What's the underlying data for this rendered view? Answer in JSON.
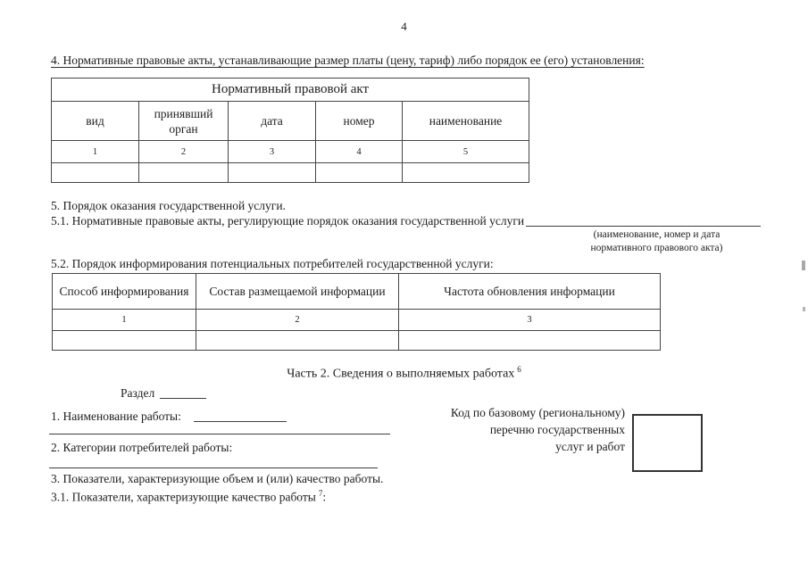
{
  "colors": {
    "ink": "#1d1d1d",
    "table_border": "#454545"
  },
  "page": {
    "number": "4"
  },
  "section4": {
    "title": "4. Нормативные правовые акты, устанавливающие размер платы (цену, тариф) либо порядок ее (его) установления:"
  },
  "npa_table": {
    "header": "Нормативный правовой акт",
    "columns": [
      "вид",
      "принявший орган",
      "дата",
      "номер",
      "наименование"
    ],
    "column_numbers": [
      "1",
      "2",
      "3",
      "4",
      "5"
    ]
  },
  "section5": {
    "title": "5. Порядок оказания государственной услуги.",
    "s51_text": "5.1. Нормативные правовые акты, регулирующие порядок оказания государственной услуги",
    "s51_caption_line1": "(наименование, номер и дата",
    "s51_caption_line2": "нормативного правового акта)",
    "s52_title": "5.2. Порядок информирования потенциальных потребителей государственной услуги:"
  },
  "info_table": {
    "columns": [
      "Способ информирования",
      "Состав размещаемой информации",
      "Частота обновления информации"
    ],
    "column_numbers": [
      "1",
      "2",
      "3"
    ]
  },
  "part2": {
    "heading": "Часть 2. Сведения о выполняемых работах",
    "heading_footnote": "6",
    "razdel_label": "Раздел",
    "item1": "1. Наименование работы:",
    "item2": "2. Категории потребителей работы:",
    "item3": "3. Показатели, характеризующие объем и (или) качество работы.",
    "item31": "3.1. Показатели, характеризующие качество работы",
    "item31_footnote": "7",
    "item31_suffix": ":",
    "code_label_line1": "Код по базовому (региональному)",
    "code_label_line2": "перечню государственных",
    "code_label_line3": "услуг и работ"
  }
}
